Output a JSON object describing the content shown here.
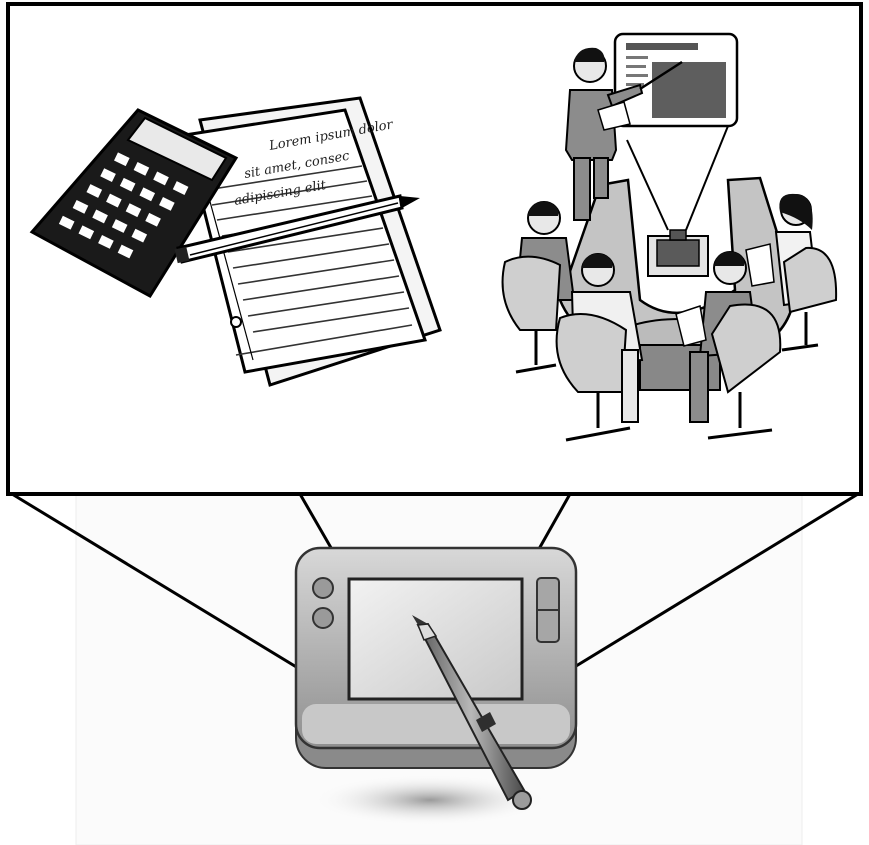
{
  "diagram": {
    "zoom_panel": {
      "left_illustration": {
        "icon": "calculator-notepad-pencil-icon",
        "handwritten_scribbles": [
          "Lorem ipsum dolor",
          "sit amet, consec",
          "adipiscing elit"
        ]
      },
      "right_illustration": {
        "icon": "business-meeting-presentation-icon"
      }
    },
    "device": {
      "icon": "pen-tablet-icon",
      "stylus_icon": "stylus-pen-icon"
    },
    "colors": {
      "outline": "#000000",
      "background": "#ffffff",
      "tablet_body": "#b9b9b9",
      "tablet_screen": "#e3e3e3",
      "meeting_fill": "#bdbdbd"
    }
  }
}
